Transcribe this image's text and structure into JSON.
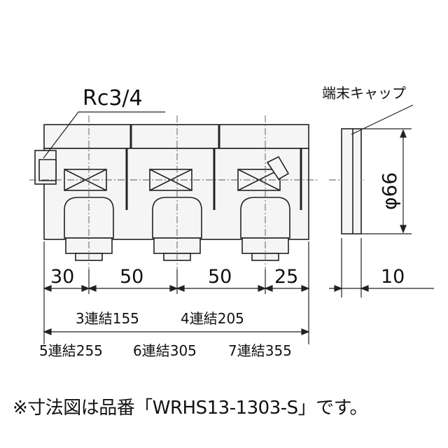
{
  "labels": {
    "thread": "Rc3/4",
    "end_cap": "端末キャップ",
    "diameter": "φ66"
  },
  "dimensions": {
    "d1": "30",
    "d2": "50",
    "d3": "50",
    "d4": "25",
    "cap": "10"
  },
  "lengths": {
    "l3": "3連結155",
    "l4": "4連結205",
    "l5": "5連結255",
    "l6": "6連結305",
    "l7": "7連結355"
  },
  "footnote": "※寸法図は品番「WRHS13-1303-S」です。",
  "colors": {
    "body_fill": "#f5f5f5",
    "stroke": "#222222",
    "center_line": "#555555"
  }
}
